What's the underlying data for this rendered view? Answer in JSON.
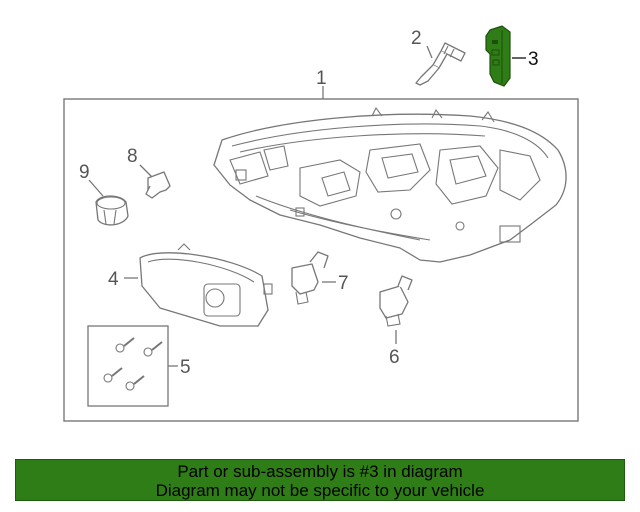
{
  "callouts": {
    "c1": "1",
    "c2": "2",
    "c3": "3",
    "c4": "4",
    "c5": "5",
    "c6": "6",
    "c7": "7",
    "c8": "8",
    "c9": "9"
  },
  "highlight_color": "#2f7d16",
  "banner": {
    "line1": "Part or sub-assembly is #3 in diagram",
    "line2": "Diagram may not be specific to your vehicle"
  }
}
